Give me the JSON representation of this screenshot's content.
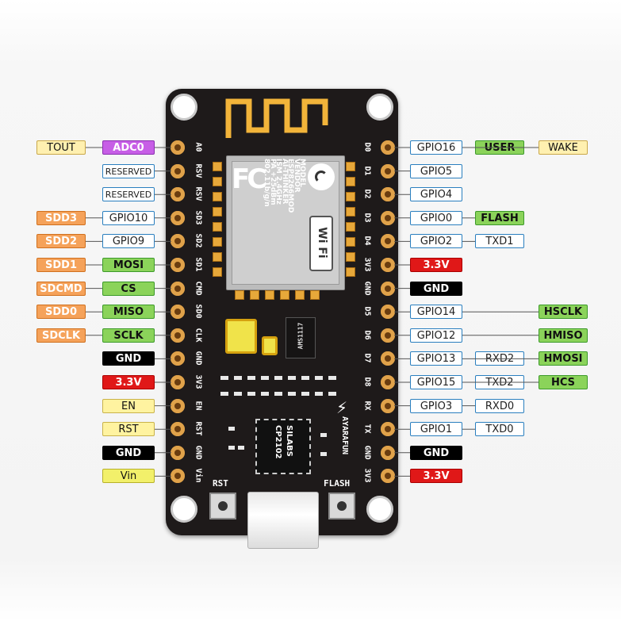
{
  "left_pins": [
    {
      "silk": "A0",
      "labels": [
        {
          "text": "ADC0",
          "style": "adc"
        },
        {
          "text": "TOUT",
          "style": "tout"
        }
      ]
    },
    {
      "silk": "RSV",
      "labels": [
        {
          "text": "RESERVED",
          "style": "res"
        }
      ]
    },
    {
      "silk": "RSV",
      "labels": [
        {
          "text": "RESERVED",
          "style": "res"
        }
      ]
    },
    {
      "silk": "SD3",
      "labels": [
        {
          "text": "GPIO10",
          "style": "gpio"
        },
        {
          "text": "SDD3",
          "style": "sdd"
        }
      ]
    },
    {
      "silk": "SD2",
      "labels": [
        {
          "text": "GPIO9",
          "style": "gpio"
        },
        {
          "text": "SDD2",
          "style": "sdd"
        }
      ]
    },
    {
      "silk": "SD1",
      "labels": [
        {
          "text": "MOSI",
          "style": "green"
        },
        {
          "text": "SDD1",
          "style": "sdd"
        }
      ]
    },
    {
      "silk": "CMD",
      "labels": [
        {
          "text": "CS",
          "style": "green"
        },
        {
          "text": "SDCMD",
          "style": "sdd"
        }
      ]
    },
    {
      "silk": "SD0",
      "labels": [
        {
          "text": "MISO",
          "style": "green"
        },
        {
          "text": "SDD0",
          "style": "sdd"
        }
      ]
    },
    {
      "silk": "CLK",
      "labels": [
        {
          "text": "SCLK",
          "style": "green"
        },
        {
          "text": "SDCLK",
          "style": "sdd"
        }
      ]
    },
    {
      "silk": "GND",
      "labels": [
        {
          "text": "GND",
          "style": "gnd"
        }
      ]
    },
    {
      "silk": "3V3",
      "labels": [
        {
          "text": "3.3V",
          "style": "v33"
        }
      ]
    },
    {
      "silk": "EN",
      "labels": [
        {
          "text": "EN",
          "style": "ctl"
        }
      ]
    },
    {
      "silk": "RST",
      "labels": [
        {
          "text": "RST",
          "style": "ctl"
        }
      ]
    },
    {
      "silk": "GND",
      "labels": [
        {
          "text": "GND",
          "style": "gnd"
        }
      ]
    },
    {
      "silk": "Vin",
      "labels": [
        {
          "text": "Vin",
          "style": "vin"
        }
      ]
    }
  ],
  "right_pins": [
    {
      "silk": "D0",
      "labels": [
        {
          "text": "GPIO16",
          "style": "gpio"
        },
        {
          "text": "USER",
          "style": "green"
        },
        {
          "text": "WAKE",
          "style": "tout"
        }
      ]
    },
    {
      "silk": "D1",
      "labels": [
        {
          "text": "GPIO5",
          "style": "gpio"
        }
      ]
    },
    {
      "silk": "D2",
      "labels": [
        {
          "text": "GPIO4",
          "style": "gpio"
        }
      ]
    },
    {
      "silk": "D3",
      "labels": [
        {
          "text": "GPIO0",
          "style": "gpio"
        },
        {
          "text": "FLASH",
          "style": "green"
        }
      ]
    },
    {
      "silk": "D4",
      "labels": [
        {
          "text": "GPIO2",
          "style": "gpio"
        },
        {
          "text": "TXD1",
          "style": "uart"
        }
      ]
    },
    {
      "silk": "3V3",
      "labels": [
        {
          "text": "3.3V",
          "style": "v33"
        }
      ]
    },
    {
      "silk": "GND",
      "labels": [
        {
          "text": "GND",
          "style": "gnd"
        }
      ]
    },
    {
      "silk": "D5",
      "labels": [
        {
          "text": "GPIO14",
          "style": "gpio"
        },
        {
          "text": "HSCLK",
          "style": "green",
          "far": true
        }
      ]
    },
    {
      "silk": "D6",
      "labels": [
        {
          "text": "GPIO12",
          "style": "gpio"
        },
        {
          "text": "HMISO",
          "style": "green",
          "far": true
        }
      ]
    },
    {
      "silk": "D7",
      "labels": [
        {
          "text": "GPIO13",
          "style": "gpio"
        },
        {
          "text": "RXD2",
          "style": "uart"
        },
        {
          "text": "HMOSI",
          "style": "green"
        }
      ]
    },
    {
      "silk": "D8",
      "labels": [
        {
          "text": "GPIO15",
          "style": "gpio"
        },
        {
          "text": "TXD2",
          "style": "uart"
        },
        {
          "text": "HCS",
          "style": "green"
        }
      ]
    },
    {
      "silk": "RX",
      "labels": [
        {
          "text": "GPIO3",
          "style": "gpio"
        },
        {
          "text": "RXD0",
          "style": "uart"
        }
      ]
    },
    {
      "silk": "TX",
      "labels": [
        {
          "text": "GPIO1",
          "style": "gpio"
        },
        {
          "text": "TXD0",
          "style": "uart"
        }
      ]
    },
    {
      "silk": "GND",
      "labels": [
        {
          "text": "GND",
          "style": "gnd"
        }
      ]
    },
    {
      "silk": "3V3",
      "labels": [
        {
          "text": "3.3V",
          "style": "v33"
        }
      ]
    }
  ],
  "module": {
    "fc_logo": "FC",
    "lines": [
      "MODEL",
      "VENDOR",
      "ESP8266MOD",
      "AI-THINKER",
      "ISM 2.4GHz",
      "PA +25dBm",
      "802.11b/g/n"
    ],
    "wifi_logo": "Wi Fi"
  },
  "chip": {
    "line1": "SILABS",
    "line2": "CP2102"
  },
  "regulator_text": "AMS1117",
  "brand_text": "AYARAFUN",
  "buttons": {
    "rst": "RST",
    "flash": "FLASH"
  },
  "colors": {
    "board": "#1e1a1a",
    "pin_gold": "#e0a24a",
    "gpio_border": "#2a7fbf",
    "green": "#8bd35a",
    "sdd": "#f5a25a",
    "gnd": "#000000",
    "v33": "#e01818",
    "ctl": "#fff3a0",
    "adc": "#c75ee6",
    "tout": "#fff0b0",
    "vin": "#f2f06a"
  }
}
